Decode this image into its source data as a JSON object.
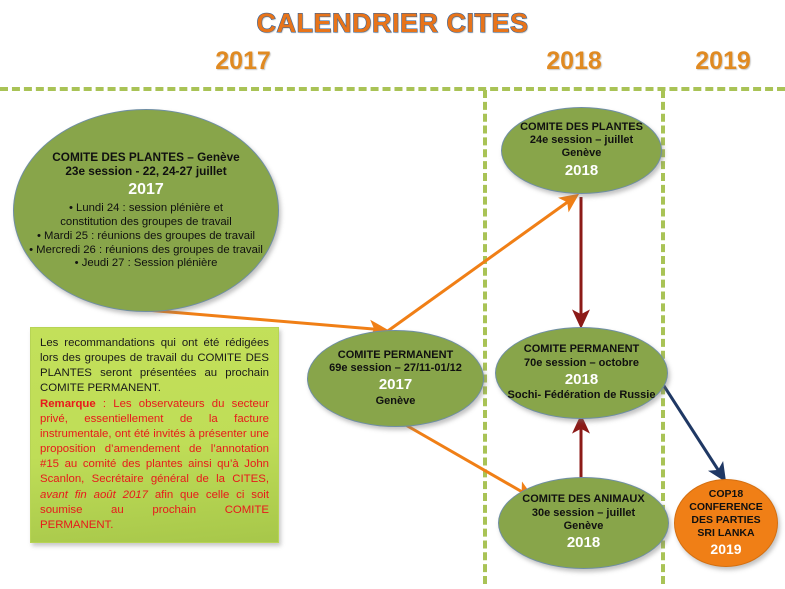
{
  "title": "CALENDRIER CITES",
  "timeline": {
    "years": [
      {
        "label": "2017"
      },
      {
        "label": "2018"
      },
      {
        "label": "2019"
      }
    ],
    "divider_color": "#A9C356"
  },
  "colors": {
    "title_fill": "#E8741A",
    "title_outline": "#1F5FA8",
    "year_label": "#E08A22",
    "ellipse_green": "#88A54A",
    "ellipse_orange": "#F07F16",
    "note_box_green": "#BFDD57",
    "note_red": "#E8191B",
    "arrow_orange": "#F07F16",
    "arrow_dark_red": "#8C1A17",
    "arrow_navy": "#1F3864"
  },
  "nodes": {
    "plants_2017": {
      "line1": "COMITE DES PLANTES – Genève",
      "line2": "23e session -  22, 24-27 juillet",
      "year": "2017",
      "bullets": [
        "•    Lundi 24 : session plénière et",
        "constitution des groupes de travail",
        "•    Mardi 25 : réunions des groupes de travail",
        "•   Mercredi 26 : réunions des groupes de travail",
        "•    Jeudi 27 :  Session plénière"
      ]
    },
    "sc69": {
      "line1": "COMITE PERMANENT",
      "line2": "69e session – 27/11-01/12",
      "year": "2017",
      "line4": "Genève"
    },
    "plants_2018": {
      "line1": "COMITE DES PLANTES",
      "line2": "24e session – juillet",
      "line3": "Genève",
      "year": "2018"
    },
    "sc70": {
      "line1": "COMITE PERMANENT",
      "line2": "70e session – octobre",
      "year": "2018",
      "line4": "Sochi- Fédération de Russie"
    },
    "animals_2018": {
      "line1": "COMITE DES ANIMAUX",
      "line2": "30e session – juillet",
      "line3": "Genève",
      "year": "2018"
    },
    "cop18": {
      "line1": "COP18",
      "line2": "CONFERENCE",
      "line3": "DES PARTIES",
      "line4": "SRI LANKA",
      "year": "2019"
    }
  },
  "note_box": {
    "paragraph1": "Les recommandations qui ont été rédigées lors des groupes de travail du COMITE DES PLANTES seront présentées au prochain COMITE PERMANENT.",
    "remark_label": "Remarque",
    "remark_colon": " : ",
    "remark_part1": "Les observateurs du secteur privé, essentiellement de la facture instrumentale, ont été invités à présenter une proposition d’amendement de l’annotation #15 au comité des plantes ainsi qu’à John Scanlon, Secrétaire général de la CITES, ",
    "remark_italic": "avant fin août 2017",
    "remark_part2": " afin que celle ci soit soumise au prochain COMITE PERMANENT."
  }
}
